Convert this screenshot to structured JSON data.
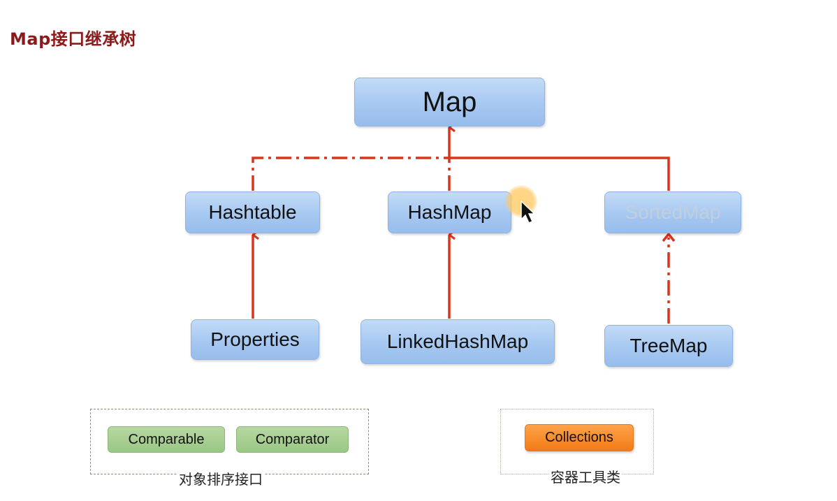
{
  "title": "Map接口继承树",
  "nodes": {
    "map": "Map",
    "hashtable": "Hashtable",
    "hashmap": "HashMap",
    "sortedmap": "SortedMap",
    "properties": "Properties",
    "linkedhashmap": "LinkedHashMap",
    "treemap": "TreeMap"
  },
  "sort_interfaces": {
    "items": [
      "Comparable",
      "Comparator"
    ],
    "caption": "对象排序接口"
  },
  "container_tools": {
    "items": [
      "Collections"
    ],
    "caption": "容器工具类"
  },
  "colors": {
    "connector": "#d9341c",
    "title": "#8b1a1a",
    "node_fill": "#a6c8f1",
    "green_tag": "#9ac783",
    "orange_tag": "#f27a16"
  }
}
